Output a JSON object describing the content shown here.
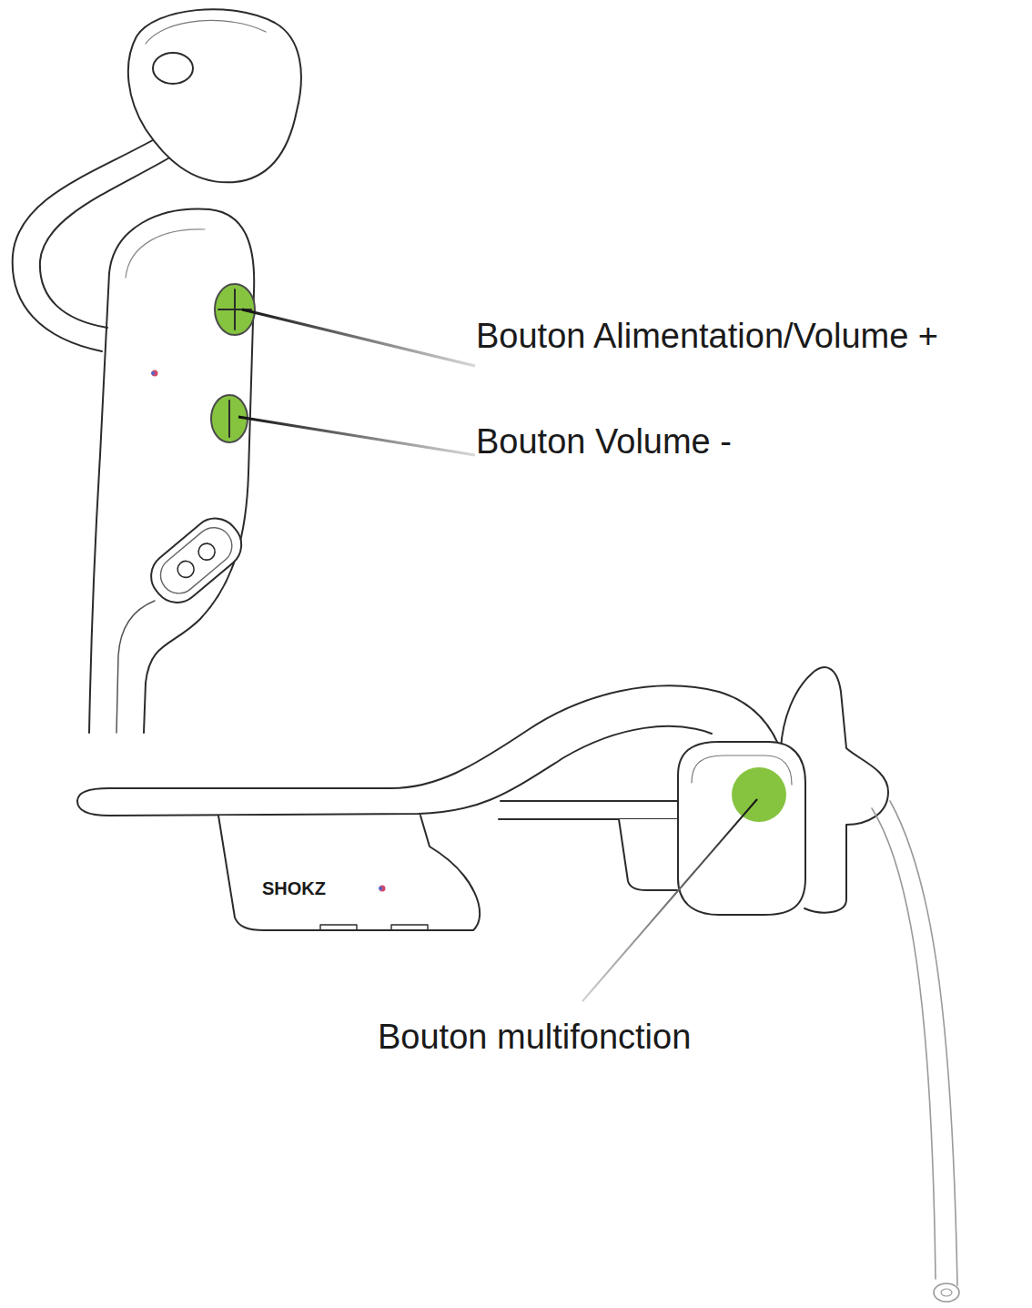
{
  "diagram": {
    "labels": [
      "Bouton Alimentation/Volume +",
      "Bouton Volume -",
      "Bouton multifonction",
      "SHOKZ"
    ]
  }
}
